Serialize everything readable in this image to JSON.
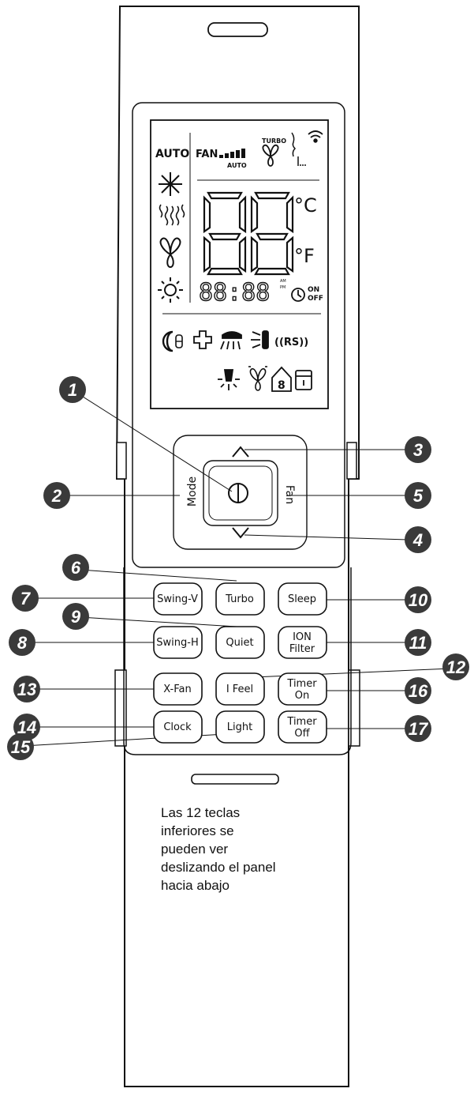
{
  "display": {
    "auto": "AUTO",
    "fan": "FAN",
    "fan_auto": "AUTO",
    "turbo": "TURBO",
    "temp": "88",
    "unit_c": "°C",
    "unit_f": "°F",
    "clock": "88:88",
    "am": "AM",
    "pm": "PM",
    "on": "ON",
    "off": "OFF",
    "rs": "((RS))",
    "house_num": "8"
  },
  "pad": {
    "mode": "Mode",
    "fan": "Fan"
  },
  "buttons": {
    "swing_v": "Swing-V",
    "turbo": "Turbo",
    "sleep": "Sleep",
    "swing_h": "Swing-H",
    "quiet": "Quiet",
    "ion_1": "ION",
    "ion_2": "Filter",
    "xfan": "X-Fan",
    "ifeel": "I Feel",
    "timer_on_1": "Timer",
    "timer_on_2": "On",
    "clock": "Clock",
    "light": "Light",
    "timer_off_1": "Timer",
    "timer_off_2": "Off"
  },
  "callouts": [
    "1",
    "2",
    "3",
    "4",
    "5",
    "6",
    "7",
    "8",
    "9",
    "10",
    "11",
    "12",
    "13",
    "14",
    "15",
    "16",
    "17"
  ],
  "note": {
    "line1": "Las 12 teclas",
    "line2": "inferiores se",
    "line3": "pueden ver",
    "line4": "deslizando el panel",
    "line5": "hacia abajo"
  }
}
